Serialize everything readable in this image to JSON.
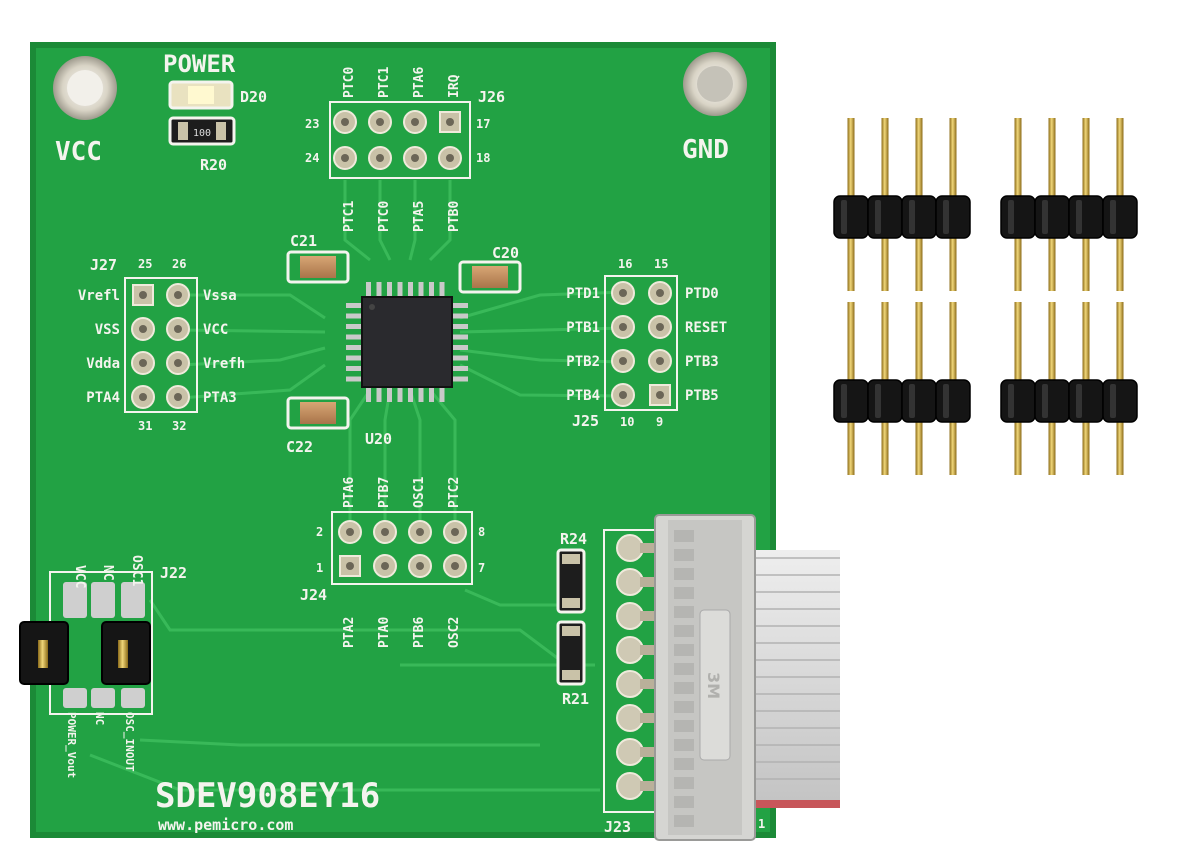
{
  "board": {
    "power_label": "POWER",
    "vcc_label": "VCC",
    "gnd_label": "GND",
    "d20": "D20",
    "r20": "R20",
    "r20_part": "100",
    "c21": "C21",
    "c20": "C20",
    "c22": "C22",
    "u20": "U20",
    "r24": "R24",
    "r21": "R21",
    "part_number": "SDEV908EY16",
    "website": "www.pemicro.com",
    "cable_mark": "3M"
  },
  "j26": {
    "name": "J26",
    "top_labels": [
      "PTC0",
      "PTC1",
      "PTA6",
      "IRQ"
    ],
    "bottom_labels": [
      "PTC1",
      "PTC0",
      "PTA5",
      "PTB0"
    ],
    "pin_left_top": "23",
    "pin_left_bottom": "24",
    "pin_right_top": "17",
    "pin_right_bottom": "18"
  },
  "j27": {
    "name": "J27",
    "left_labels": [
      "Vrefl",
      "VSS",
      "Vdda",
      "PTA4"
    ],
    "right_labels": [
      "Vssa",
      "VCC",
      "Vrefh",
      "PTA3"
    ],
    "pin_top_left": "25",
    "pin_top_right": "26",
    "pin_bottom_left": "31",
    "pin_bottom_right": "32"
  },
  "j25": {
    "name": "J25",
    "left_labels": [
      "PTD1",
      "PTB1",
      "PTB2",
      "PTB4"
    ],
    "right_labels": [
      "PTD0",
      "RESET",
      "PTB3",
      "PTB5"
    ],
    "pin_top_left": "16",
    "pin_top_right": "15",
    "pin_bottom_left": "10",
    "pin_bottom_right": "9"
  },
  "j24": {
    "name": "J24",
    "top_labels": [
      "PTA6",
      "PTB7",
      "OSC1",
      "PTC2"
    ],
    "bottom_labels": [
      "PTA2",
      "PTA0",
      "PTB6",
      "OSC2"
    ],
    "pin_left_top": "2",
    "pin_left_bottom": "1",
    "pin_right_top": "8",
    "pin_right_bottom": "7"
  },
  "j22": {
    "name": "J22",
    "top_labels": [
      "VCC",
      "NC",
      "OSC1"
    ],
    "bottom_labels": [
      "POWER_Vout",
      "NC",
      "OSC_INOUT"
    ]
  },
  "j23": {
    "name": "J23",
    "marker": "1"
  },
  "colors": {
    "pcb": "#23a344",
    "pcb_edge": "#1b8a37",
    "silkscreen": "#f4f4ee",
    "pad": "#c9c2a8",
    "chip": "#2a2a2e",
    "header_plastic": "#151515",
    "pin_gold": "#b8942c",
    "ribbon": "#d8d8d8"
  }
}
